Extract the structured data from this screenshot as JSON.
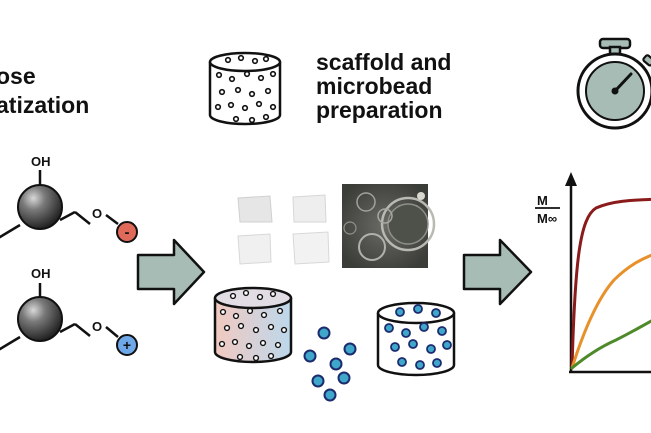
{
  "left_title": {
    "line1": "ose",
    "line2": "atization"
  },
  "middle_title": {
    "line1": "scaffold and",
    "line2": "microbead",
    "line3": "preparation"
  },
  "molecule_label": "OH",
  "charges": {
    "negative": "-",
    "positive": "+"
  },
  "chain_label": "O",
  "chart": {
    "y_numerator": "M",
    "y_denominator": "M∞",
    "curves": [
      {
        "color": "#8b1a1a",
        "shape": "fast"
      },
      {
        "color": "#e8902a",
        "shape": "medium"
      },
      {
        "color": "#4e8a2a",
        "shape": "slow"
      }
    ]
  },
  "colors": {
    "arrow_fill": "#a8bcb6",
    "bead_fill": "#3fa7c9",
    "bead_stroke": "#1c2b6e",
    "stopwatch_face": "#a8bcb6",
    "negative_ion": "#e06a5a",
    "positive_ion": "#6fa8e8"
  },
  "icons": [
    "stopwatch-icon",
    "scaffold-icon",
    "bead-scaffold-icon"
  ]
}
